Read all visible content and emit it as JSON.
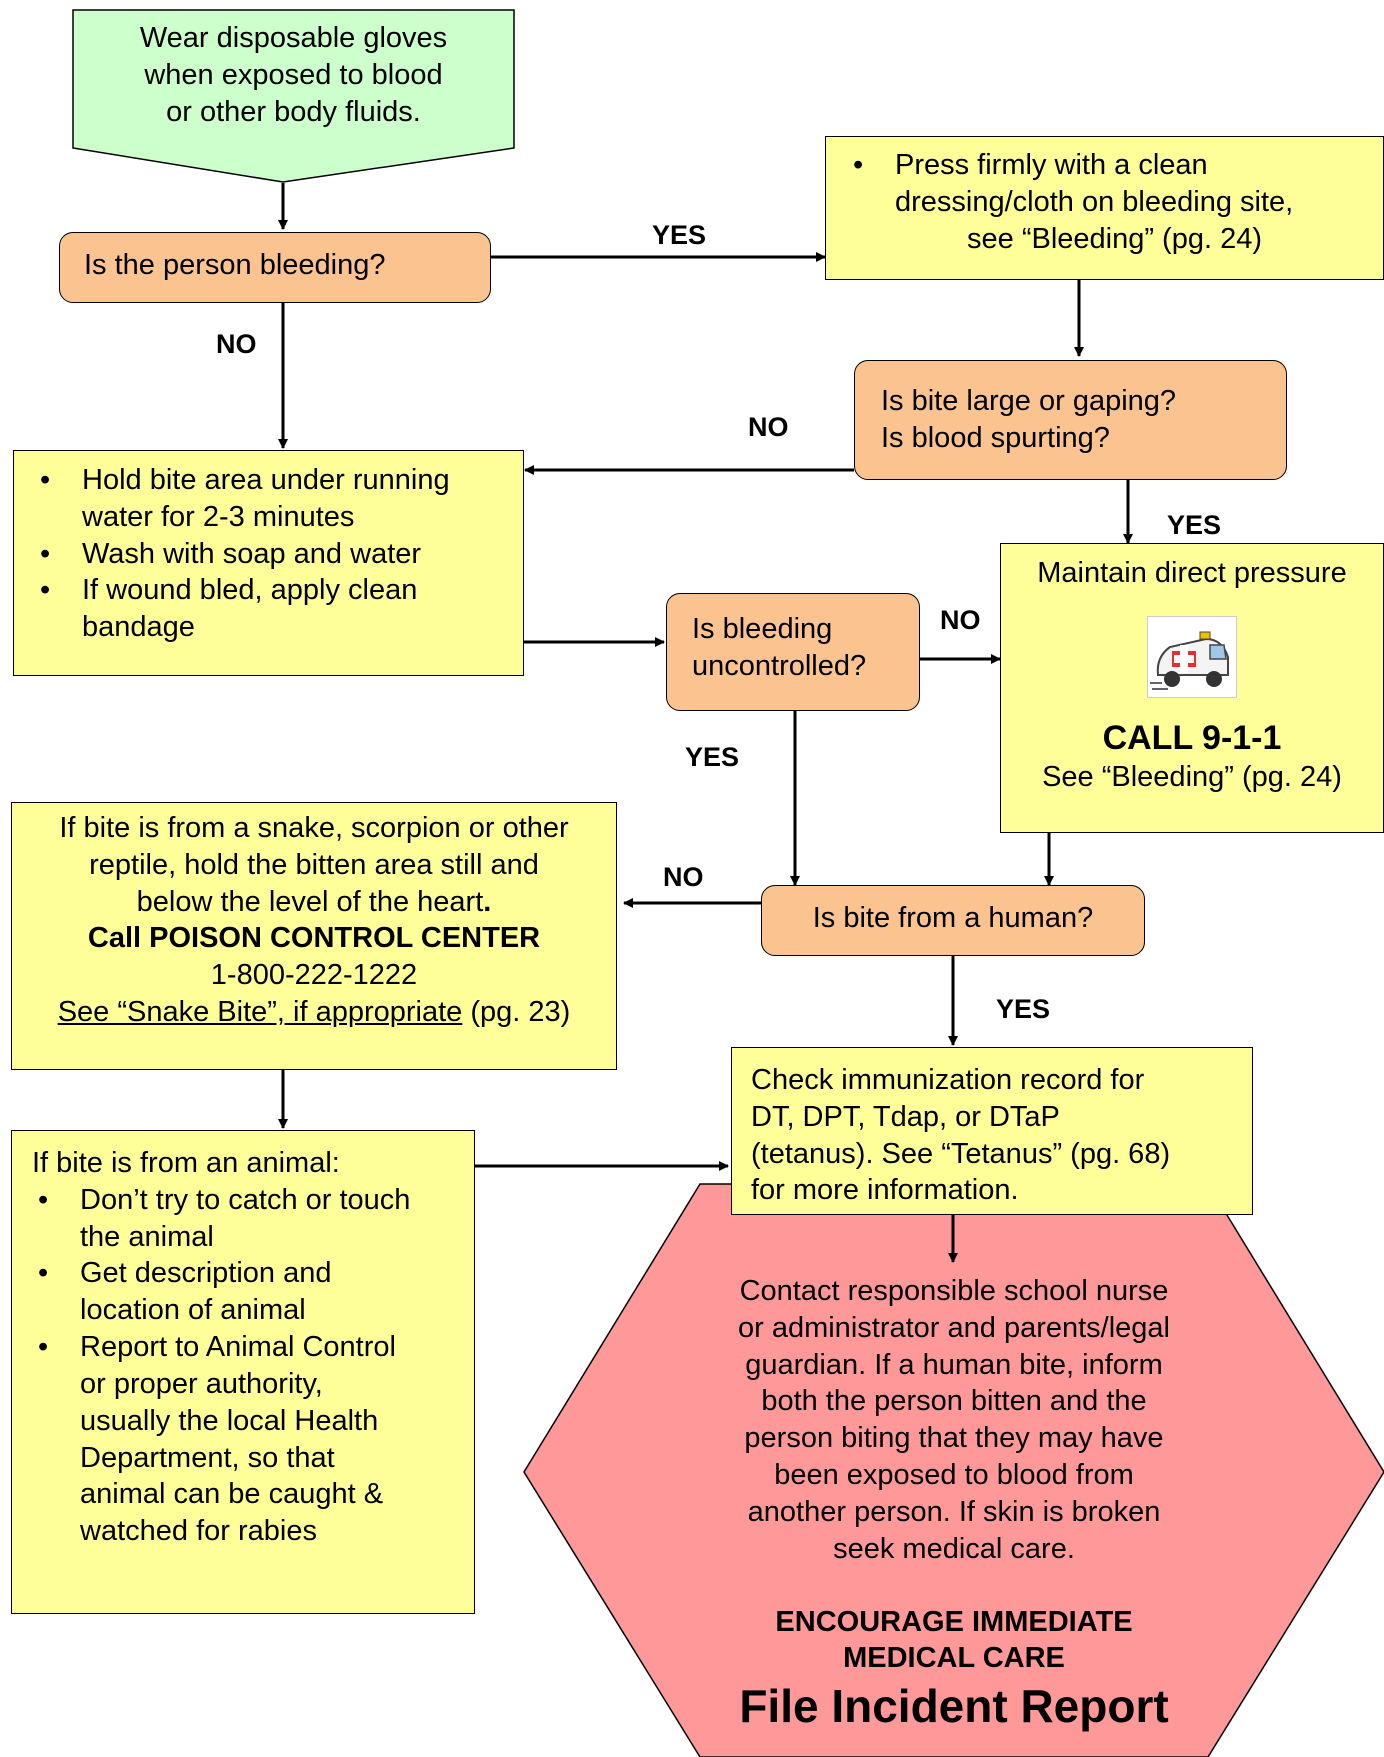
{
  "start": {
    "line1": "Wear disposable gloves",
    "line2": "when exposed to blood",
    "line3": "or other body fluids."
  },
  "q_bleeding": "Is the person bleeding?",
  "press": {
    "line1": "Press firmly with a clean",
    "line2": "dressing/cloth on bleeding site,",
    "line3": "see “Bleeding” (pg. 24)"
  },
  "q_large": {
    "line1": "Is bite large or gaping?",
    "line2": "Is blood spurting?"
  },
  "hold": {
    "item1_line1": "Hold bite area under running",
    "item1_line2": "water for 2-3 minutes",
    "item2": "Wash with soap and water",
    "item3_line1": "If wound bled, apply clean",
    "item3_line2": "bandage"
  },
  "q_uncontrolled": {
    "line1": "Is bleeding",
    "line2": "uncontrolled?"
  },
  "pressure": {
    "title": "Maintain direct pressure",
    "icon": "ambulance-icon",
    "call": "CALL 9-1-1",
    "see": "See “Bleeding” (pg. 24)"
  },
  "snake": {
    "line1": "If bite is from a snake, scorpion or other",
    "line2": "reptile, hold the bitten area still and",
    "line3": "below the level of the heart",
    "line3_period": ".",
    "call": "Call POISON CONTROL CENTER",
    "phone": "1-800-222-1222",
    "see_link": "See “Snake Bite”, if appropriate",
    "see_page": " (pg. 23)"
  },
  "q_human": "Is bite from a human?",
  "immun": {
    "line1": "Check immunization record for",
    "line2": "DT, DPT, Tdap, or DTaP",
    "line3": "(tetanus).  See “Tetanus” (pg. 68)",
    "line4": "for more information."
  },
  "animal": {
    "title": "If bite is from an animal:",
    "item1_line1": "Don’t try to catch or touch",
    "item1_line2": "the animal",
    "item2_line1": "Get description and",
    "item2_line2": "location of animal",
    "item3_line1": "Report to Animal Control",
    "item3_line2": "or proper authority,",
    "item3_line3": "usually the local Health",
    "item3_line4": "Department, so that",
    "item3_line5": "animal can be caught &",
    "item3_line6": "watched for rabies"
  },
  "final": {
    "line1": "Contact responsible school nurse",
    "line2": "or administrator and parents/legal",
    "line3": "guardian.  If a human bite, inform",
    "line4": "both the person bitten and the",
    "line5": "person biting that they may have",
    "line6": "been exposed to blood from",
    "line7": "another person.  If skin is broken",
    "line8": "seek medical care.",
    "encourage1": "ENCOURAGE IMMEDIATE",
    "encourage2": "MEDICAL CARE",
    "file": "File Incident Report"
  },
  "labels": {
    "yes_press": "YES",
    "no_hold": "NO",
    "no_large": "NO",
    "yes_large": "YES",
    "no_uncontrolled": "NO",
    "yes_uncontrolled": "YES",
    "no_human": "NO",
    "yes_human": "YES"
  },
  "colors": {
    "start_fill": "#ccffcc",
    "box_fill": "#ffff99",
    "question_fill": "#fbc38f",
    "final_fill": "#ff9999"
  }
}
